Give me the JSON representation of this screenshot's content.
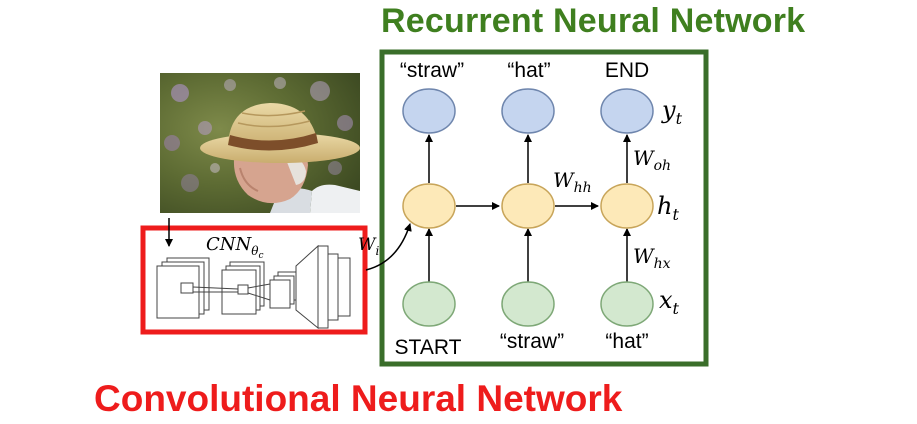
{
  "titles": {
    "rnn": "Recurrent Neural Network",
    "cnn": "Convolutional Neural Network"
  },
  "rnn": {
    "outputs": [
      "“straw”",
      "“hat”",
      "END"
    ],
    "inputs": [
      "START",
      "“straw”",
      "“hat”"
    ],
    "symbols": {
      "output": "y",
      "output_sub": "t",
      "hidden": "h",
      "hidden_sub": "t",
      "input": "x",
      "input_sub": "t",
      "w_hh": "W",
      "w_hh_sub": "hh",
      "w_oh": "W",
      "w_oh_sub": "oh",
      "w_hx": "W",
      "w_hx_sub": "hx",
      "w_ih_partial": "W",
      "w_ih_sub": "i"
    }
  },
  "cnn": {
    "label": "CNN",
    "label_sub": "θ"
  },
  "colors": {
    "rnn_title": "#3f7f1f",
    "rnn_box_border": "#3a6e2a",
    "cnn_title": "#ee1c1c",
    "cnn_box_border": "#ee1c1c",
    "output_node_fill": "#c5d5ef",
    "hidden_node_fill": "#fde9b8",
    "input_node_fill": "#d3e8cf"
  },
  "image": {
    "subject": "man wearing straw hat"
  }
}
